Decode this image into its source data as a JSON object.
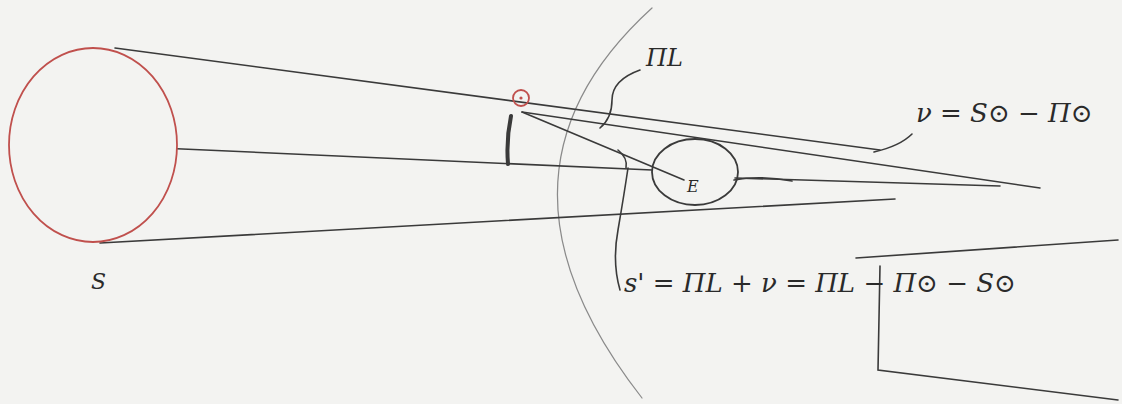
{
  "diagram": {
    "nodes": [
      {
        "text": [
          "S"
        ]
      },
      {
        "text": [
          "E"
        ]
      }
    ],
    "edges": [
      {
        "from": 0,
        "to": 1,
        "arrow": "none"
      }
    ],
    "labels": [
      "ΠL",
      "ν = S⊙ − Π⊙",
      "s' = ΠL + ν = ΠL − Π⊙ − S⊙"
    ]
  }
}
